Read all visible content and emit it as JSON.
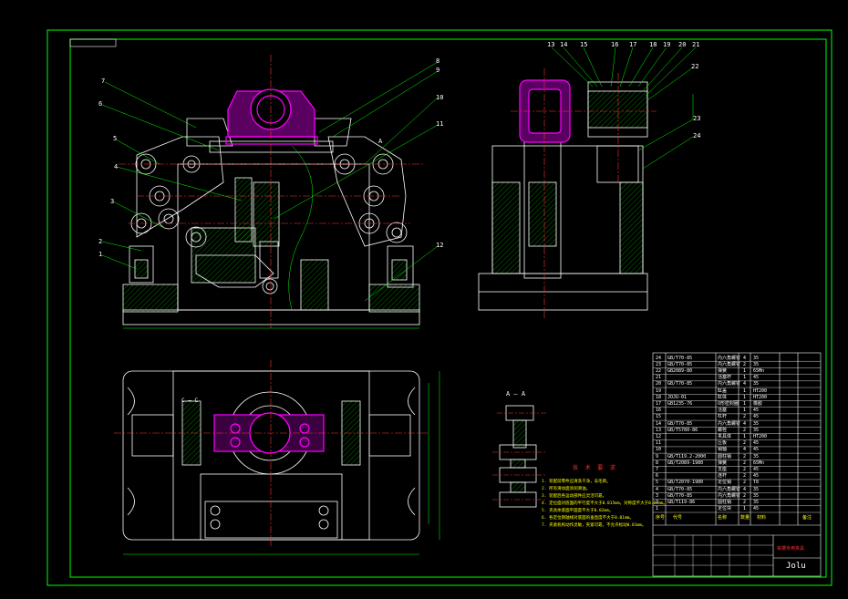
{
  "drawing": {
    "title": "铣槽专用夹具",
    "brand": "Jolu",
    "section_label": "A — A",
    "section_mark_front": "A",
    "section_mark_plan": "C — C",
    "notes_title": "技 术 要 求",
    "notes": [
      "1. 装配前零件应清洗干净，去毛刺。",
      "2. 所有滑动面涂润滑油。",
      "3. 装配后各运动部件应灵活可靠。",
      "4. 定位面对底面的平行度不大于0.015mm，对称度不大于0.02mm。",
      "5. 夹具体底面平面度不大于0.02mm。",
      "6. 各定位销轴线对底面的垂直度不大于0.01mm。",
      "7. 夹紧机构动作灵敏，夹紧可靠，不允许松动0.01mm。"
    ],
    "part_callouts": [
      "1",
      "2",
      "3",
      "4",
      "5",
      "6",
      "7",
      "8",
      "9",
      "10",
      "11",
      "12",
      "13",
      "14",
      "15",
      "16",
      "17",
      "18",
      "19",
      "20",
      "21",
      "22",
      "23",
      "24"
    ],
    "bom": [
      {
        "no": "24",
        "code": "GB/T70-85",
        "name": "内六角螺钉",
        "qty": "4",
        "mat": "35"
      },
      {
        "no": "23",
        "code": "GB/T70-85",
        "name": "内六角螺钉",
        "qty": "2",
        "mat": "35"
      },
      {
        "no": "22",
        "code": "GB2089-80",
        "name": "弹簧",
        "qty": "1",
        "mat": "65Mn"
      },
      {
        "no": "21",
        "code": "",
        "name": "活塞杆",
        "qty": "1",
        "mat": "45"
      },
      {
        "no": "20",
        "code": "GB/T70-85",
        "name": "内六角螺钉",
        "qty": "4",
        "mat": "35"
      },
      {
        "no": "19",
        "code": "",
        "name": "缸盖",
        "qty": "1",
        "mat": "HT200"
      },
      {
        "no": "18",
        "code": "JOJU-01",
        "name": "缸体",
        "qty": "1",
        "mat": "HT200"
      },
      {
        "no": "17",
        "code": "GB1235-76",
        "name": "O形密封圈",
        "qty": "1",
        "mat": "橡胶"
      },
      {
        "no": "16",
        "code": "",
        "name": "活塞",
        "qty": "1",
        "mat": "45"
      },
      {
        "no": "15",
        "code": "",
        "name": "杠杆",
        "qty": "2",
        "mat": "45"
      },
      {
        "no": "14",
        "code": "GB/T70-85",
        "name": "内六角螺钉",
        "qty": "4",
        "mat": "35"
      },
      {
        "no": "13",
        "code": "GB/T5780-86",
        "name": "螺栓",
        "qty": "2",
        "mat": "35"
      },
      {
        "no": "12",
        "code": "",
        "name": "夹具体",
        "qty": "1",
        "mat": "HT200"
      },
      {
        "no": "11",
        "code": "",
        "name": "压板",
        "qty": "2",
        "mat": "45"
      },
      {
        "no": "10",
        "code": "",
        "name": "销轴",
        "qty": "4",
        "mat": "45"
      },
      {
        "no": "9",
        "code": "GB/T119.2-2000",
        "name": "圆柱销",
        "qty": "2",
        "mat": "35"
      },
      {
        "no": "8",
        "code": "GB/T2089-1980",
        "name": "弹簧",
        "qty": "2",
        "mat": "65Mn"
      },
      {
        "no": "7",
        "code": "",
        "name": "支座",
        "qty": "2",
        "mat": "45"
      },
      {
        "no": "6",
        "code": "",
        "name": "连杆",
        "qty": "2",
        "mat": "45"
      },
      {
        "no": "5",
        "code": "GB/T2070-1980",
        "name": "定位销",
        "qty": "2",
        "mat": "T8"
      },
      {
        "no": "4",
        "code": "GB/T70-85",
        "name": "内六角螺钉",
        "qty": "4",
        "mat": "35"
      },
      {
        "no": "3",
        "code": "GB/T70-85",
        "name": "内六角螺钉",
        "qty": "2",
        "mat": "35"
      },
      {
        "no": "2",
        "code": "GB/T119-86",
        "name": "圆柱销",
        "qty": "2",
        "mat": "35"
      },
      {
        "no": "1",
        "code": "",
        "name": "定位块",
        "qty": "1",
        "mat": "45"
      }
    ],
    "bom_header": {
      "no": "序号",
      "code": "代号",
      "name": "名称",
      "qty": "数量",
      "mat": "材料",
      "note": "备注"
    },
    "colors": {
      "frame": "#00ff00",
      "part": "#ffffff",
      "workpiece": "#ff00ff",
      "center": "#ff0000",
      "hatch": "#00ff00",
      "dim": "#00ff00",
      "callout": "#ffffff"
    }
  }
}
